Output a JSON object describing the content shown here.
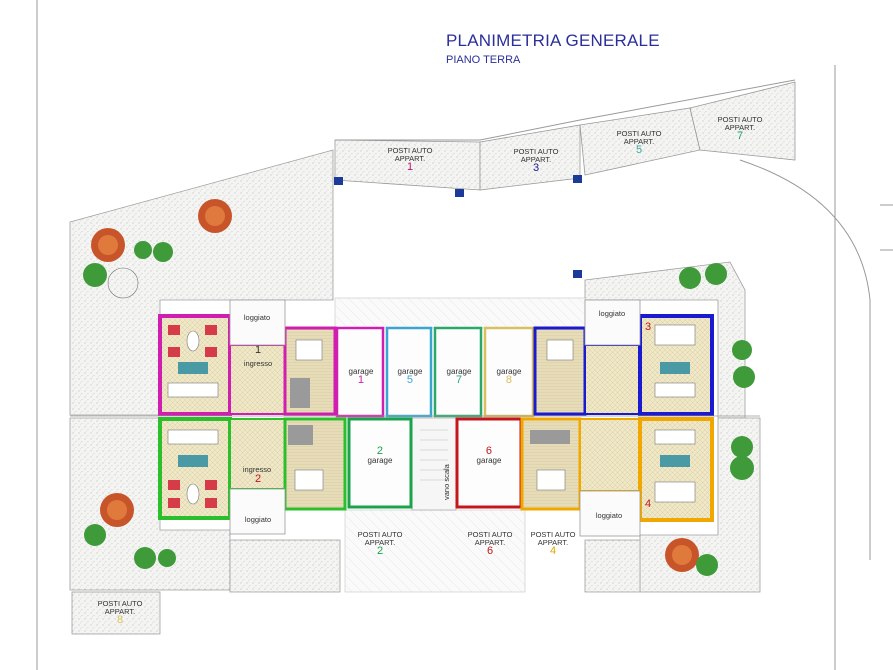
{
  "header": {
    "title": "PLANIMETRIA GENERALE",
    "subtitle": "PIANO TERRA"
  },
  "parking": [
    {
      "line1": "POSTI AUTO",
      "line2": "APPART.",
      "num": "1",
      "color": "#c0166e"
    },
    {
      "line1": "POSTI AUTO",
      "line2": "APPART.",
      "num": "3",
      "color": "#1b1b8c"
    },
    {
      "line1": "POSTI AUTO",
      "line2": "APPART.",
      "num": "5",
      "color": "#3aa6a0"
    },
    {
      "line1": "POSTI AUTO",
      "line2": "APPART.",
      "num": "7",
      "color": "#1aa36a"
    },
    {
      "line1": "POSTI AUTO",
      "line2": "APPART.",
      "num": "2",
      "color": "#1aa34a"
    },
    {
      "line1": "POSTI AUTO",
      "line2": "APPART.",
      "num": "6",
      "color": "#c4161c"
    },
    {
      "line1": "POSTI AUTO",
      "line2": "APPART.",
      "num": "4",
      "color": "#e0a800"
    },
    {
      "line1": "POSTI AUTO",
      "line2": "APPART.",
      "num": "8",
      "color": "#d8c060"
    }
  ],
  "garages": [
    {
      "label": "garage",
      "num": "1",
      "color": "#d01fb0"
    },
    {
      "label": "garage",
      "num": "5",
      "color": "#3aa6d0"
    },
    {
      "label": "garage",
      "num": "7",
      "color": "#2aa86a"
    },
    {
      "label": "garage",
      "num": "8",
      "color": "#d8c060"
    },
    {
      "label": "garage",
      "num": "2",
      "color": "#1aa34a"
    },
    {
      "label": "garage",
      "num": "6",
      "color": "#c4161c"
    }
  ],
  "units": [
    {
      "num": "1",
      "entry": "ingresso",
      "porch": "loggiato",
      "color": "#d01fb0"
    },
    {
      "num": "2",
      "entry": "ingresso",
      "porch": "loggiato",
      "color": "#2bbf2b"
    },
    {
      "num": "3",
      "porch": "loggiato",
      "color": "#1a1ad0"
    },
    {
      "num": "4",
      "porch": "loggiato",
      "color": "#f0a800"
    }
  ],
  "stair": {
    "label": "vano scala"
  }
}
